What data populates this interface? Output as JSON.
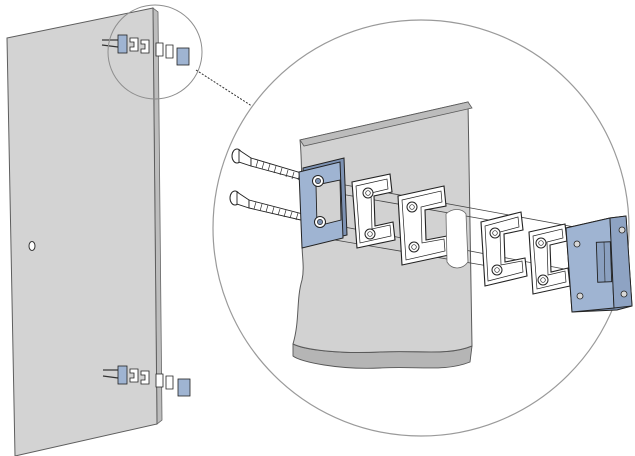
{
  "diagram": {
    "type": "exploded-assembly",
    "parts": {
      "panel": "glass-door-panel",
      "hinges": [
        "upper-hinge-assembly",
        "lower-hinge-assembly"
      ],
      "exploded_stack": [
        "countersunk-screw",
        "countersunk-screw",
        "blue-mounting-plate",
        "clamp-spacer",
        "clamp-spacer",
        "clamp-gasket",
        "clamp-gasket",
        "blue-hinge-body"
      ]
    },
    "colors": {
      "panel_fill": "#d3d3d3",
      "panel_edge": "#7d7d7d",
      "hinge_blue": "#9fb4d2",
      "hinge_blue_dark": "#7d92b3",
      "outline": "#222222",
      "callout_circle": "#9a9a9a",
      "leader_line": "#333333"
    }
  }
}
